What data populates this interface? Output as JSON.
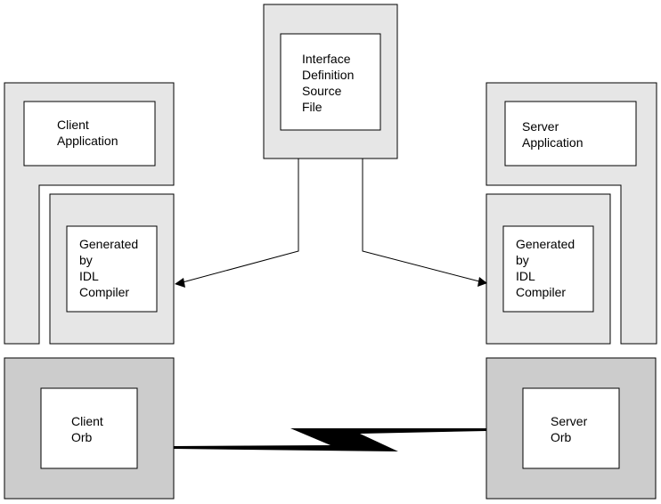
{
  "colors": {
    "background": "#ffffff",
    "stroke": "#000000",
    "light_panel": "#e6e6e6",
    "dark_panel": "#cccccc",
    "inner_box": "#ffffff"
  },
  "idl_file": {
    "label": "Interface\nDefinition\nSource\nFile"
  },
  "client": {
    "application_label": "Client\nApplication",
    "generated_label": "Generated\nby\nIDL\nCompiler",
    "orb_label": "Client\nOrb"
  },
  "server": {
    "application_label": "Server\nApplication",
    "generated_label": "Generated\nby\nIDL\nCompiler",
    "orb_label": "Server\nOrb"
  }
}
